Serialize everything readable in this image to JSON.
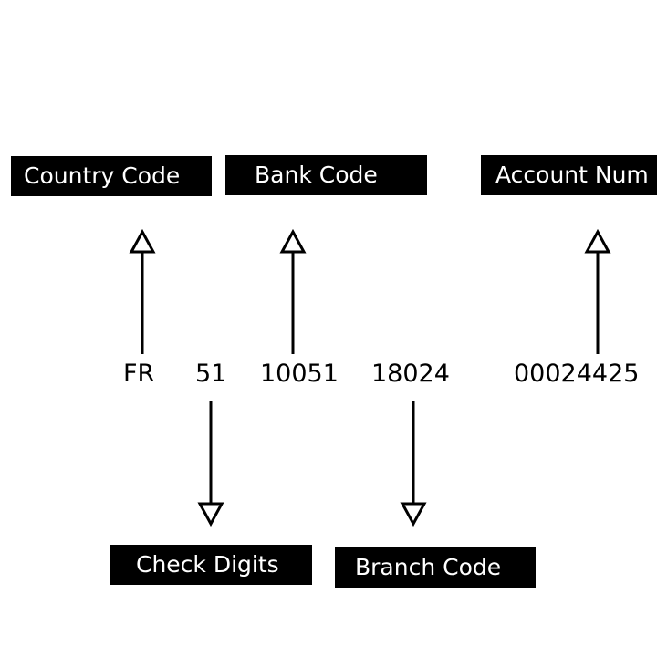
{
  "labels": {
    "country_code": "Country Code",
    "bank_code": "Bank Code",
    "account_number": "Account Num",
    "check_digits": "Check Digits",
    "branch_code": "Branch Code"
  },
  "iban_segments": {
    "country": "FR",
    "check": "51",
    "bank": "10051",
    "branch": "18024",
    "account": "00024425"
  },
  "colors": {
    "box_fill": "#000000",
    "box_text": "#ffffff",
    "ink": "#000000",
    "background": "#ffffff"
  }
}
